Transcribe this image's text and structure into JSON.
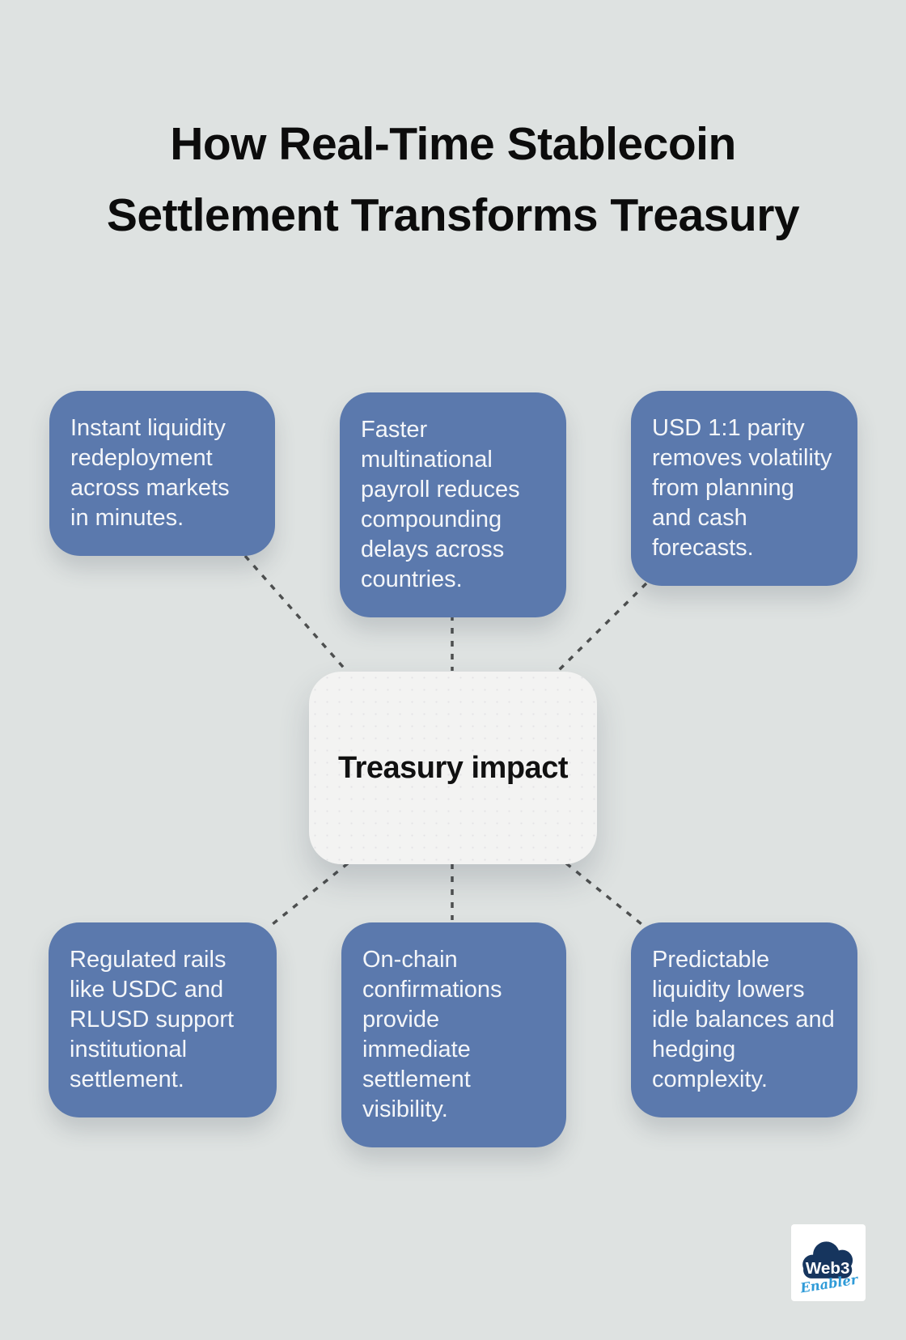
{
  "title": "How Real-Time Stablecoin Settlement Transforms Treasury",
  "center": {
    "label": "Treasury impact"
  },
  "nodes": [
    {
      "id": "top-left",
      "text": "Instant liquidity redeployment across markets in minutes."
    },
    {
      "id": "top-center",
      "text": "Faster multinational payroll reduces compounding delays across countries."
    },
    {
      "id": "top-right",
      "text": "USD 1:1 parity removes volatility from planning and cash forecasts."
    },
    {
      "id": "bottom-left",
      "text": "Regulated rails like USDC and RLUSD support institutional settlement."
    },
    {
      "id": "bottom-center",
      "text": "On-chain confirmations provide immediate settlement visibility."
    },
    {
      "id": "bottom-right",
      "text": "Predictable liquidity lowers idle balances and hedging complexity."
    }
  ],
  "logo": {
    "line1": "Web3",
    "line2": "Enabler"
  },
  "colors": {
    "background": "#dee2e1",
    "title": "#0c0c0c",
    "node": "#5b79ad",
    "node_text": "#f4f6f9",
    "center_bg": "#f3f3f2",
    "center_text": "#111111",
    "connector": "#4d4f4f",
    "logo_navy": "#16355e",
    "logo_blue": "#2f9bd8"
  }
}
